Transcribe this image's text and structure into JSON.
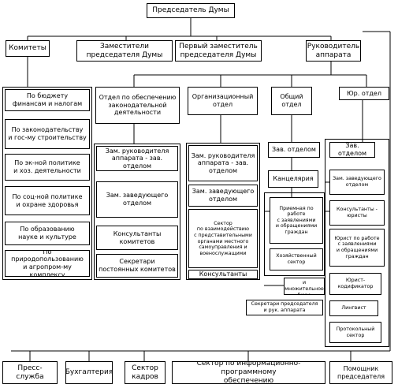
{
  "top": "Председатель Думы",
  "level2": {
    "committees": "Комитеты",
    "deputies": "Заместители\nпредседателя Думы",
    "first_deputy": "Первый заместитель\nпредседателя Думы",
    "head_apparatus": "Руководитель\nаппарата"
  },
  "committees_list": [
    "По бюджету\nфинансам и налогам",
    "По законодательству\nи гос-му строительству",
    "По эк-ной политике\nи хоз. деятельности",
    "По соц-ной политике\nи охране здоровья",
    "По образованию\nнауке и культуре",
    "По природопользованию\nи агропром-му комплексу"
  ],
  "dept_legislative": {
    "title": "Отдел по обеспечению\nзаконодательной\nдеятельности",
    "items": [
      "Зам. руководителя\nаппарата - зав. отделом",
      "Зам. заведующего\nотделом",
      "Консультанты\nкомитетов",
      "Секретари\nпостоянных комитетов"
    ]
  },
  "dept_org": {
    "title": "Организационный\nотдел",
    "items": [
      "Зам. руководителя\nаппарата - зав.\nотделом",
      "Зам. заведующего\nотделом",
      "Сектор\nпо взаимодействию\nс представительными\nорганами местного\nсамоуправления и\nвоенослужащими",
      "Консультанты"
    ]
  },
  "dept_general": {
    "title": "Общий\nотдел",
    "head": "Зав. отделом",
    "chancellery": "Канцелярия",
    "chancellery_items": [
      "Приемная по\nработе\nс заявлениями\nи обращениями\nграждан",
      "Хозяйственный\nсектор"
    ],
    "typing_bureau": "Машинописное и\nмножительное бюро",
    "secretaries": "Секретари председателя\nи рук. аппарата"
  },
  "dept_legal": {
    "title": "Юр. отдел",
    "items": [
      "Зав. отделом",
      "Зам. заведующего\nотделом",
      "Консультанты -\nюристы",
      "Юрист по работе\nс заявлениями\nи обращениями\nграждан",
      "Юрист-\nкодификатор",
      "Лингвист",
      "Протокольный\nсектор"
    ]
  },
  "bottom": [
    "Пресс-служба",
    "Бухгалтерия",
    "Сектор\nкадров",
    "Сектор по информационно-программному\nобеспечению",
    "Помощник\nпредседателя"
  ]
}
